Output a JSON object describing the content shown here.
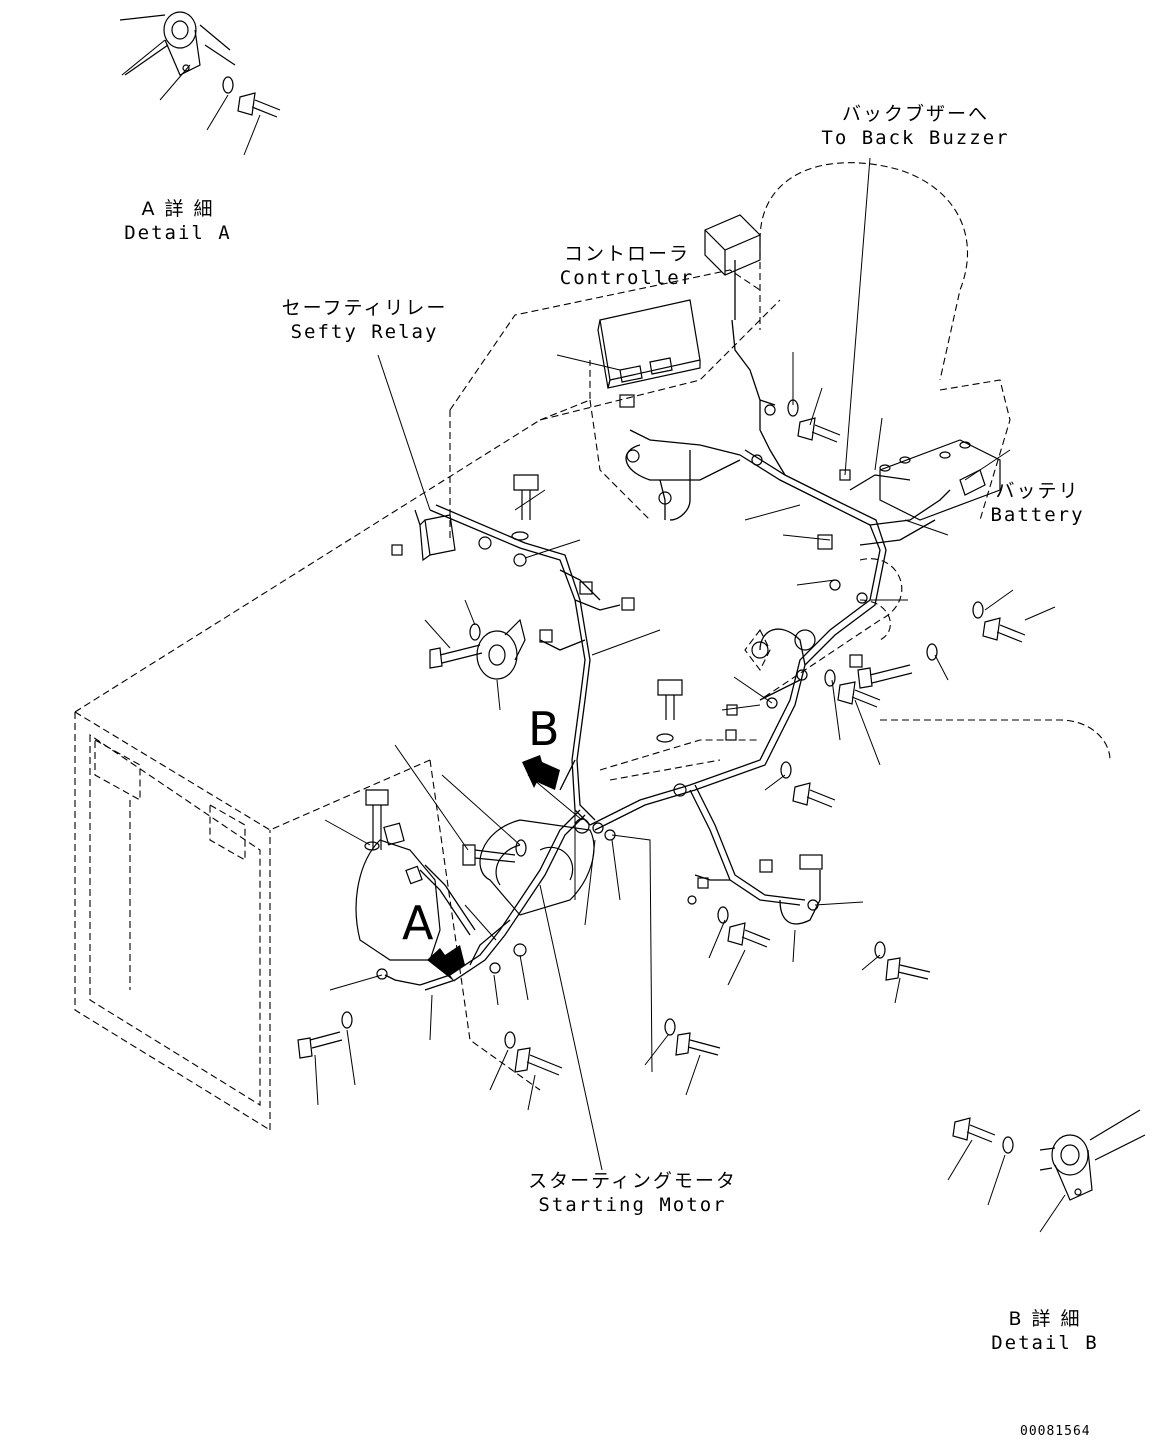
{
  "labels": {
    "detail_a": {
      "jp": "A 詳 細",
      "en": "Detail A"
    },
    "detail_b": {
      "jp": "B 詳 細",
      "en": "Detail B"
    },
    "back_buzzer": {
      "jp": "バックブザーへ",
      "en": "To Back Buzzer"
    },
    "controller": {
      "jp": "コントローラ",
      "en": "Controller"
    },
    "safety_relay": {
      "jp": "セーフティリレー",
      "en": "Sefty Relay"
    },
    "battery": {
      "jp": "バッテリ",
      "en": "Battery"
    },
    "starting_motor": {
      "jp": "スターティングモータ",
      "en": "Starting Motor"
    }
  },
  "view_markers": {
    "a": "A",
    "b": "B"
  },
  "drawing_number": "00081564",
  "colors": {
    "line": "#000000",
    "background": "#ffffff"
  }
}
